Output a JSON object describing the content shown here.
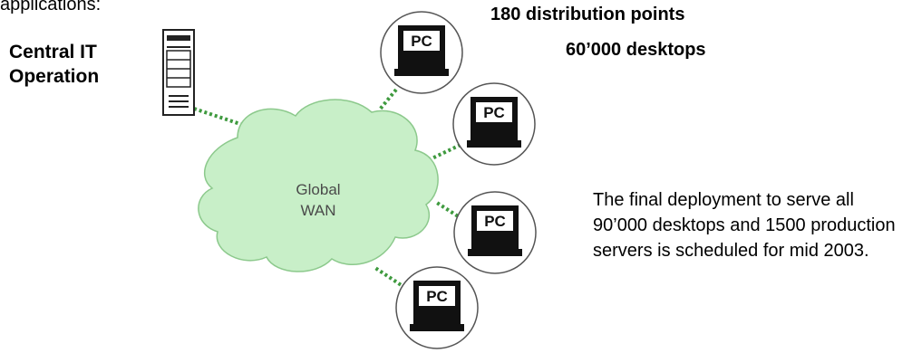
{
  "intro_fragment": "applications:",
  "central_it": {
    "line1": "Central IT",
    "line2": "Operation"
  },
  "stats": {
    "distribution_points": "180 distribution points",
    "desktops": "60’000 desktops"
  },
  "wan": {
    "line1": "Global",
    "line2": "WAN"
  },
  "pc_label": "PC",
  "pc_count": 4,
  "final_note": "The final deployment to serve all 90’000 desktops and 1500 production servers is scheduled for mid 2003.",
  "colors": {
    "cloud_fill": "#c8efc8",
    "cloud_stroke": "#8cc98c",
    "link": "#3f9a3f"
  },
  "icons": [
    "server-icon",
    "cloud-icon",
    "pc-icon"
  ]
}
